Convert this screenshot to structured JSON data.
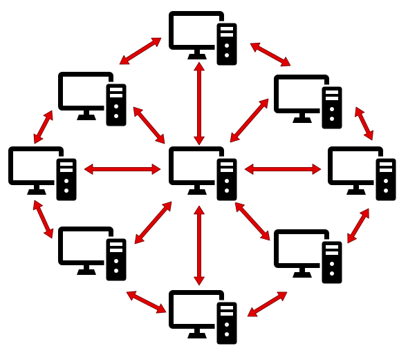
{
  "diagram": {
    "type": "peer-to-peer network",
    "colors": {
      "background": "#ffffff",
      "computer": "#000000",
      "arrow": "#e00000",
      "arrow_outline": "#6a0000"
    },
    "node_icon": "desktop-computer-icon",
    "nodes": [
      {
        "id": "center"
      },
      {
        "id": "top"
      },
      {
        "id": "upper-left"
      },
      {
        "id": "upper-right"
      },
      {
        "id": "left"
      },
      {
        "id": "right"
      },
      {
        "id": "lower-left"
      },
      {
        "id": "lower-right"
      },
      {
        "id": "bottom"
      }
    ],
    "links": [
      {
        "from": "top",
        "to": "upper-left"
      },
      {
        "from": "top",
        "to": "upper-right"
      },
      {
        "from": "top",
        "to": "center"
      },
      {
        "from": "upper-left",
        "to": "left"
      },
      {
        "from": "upper-left",
        "to": "center"
      },
      {
        "from": "upper-right",
        "to": "right"
      },
      {
        "from": "upper-right",
        "to": "center"
      },
      {
        "from": "left",
        "to": "center"
      },
      {
        "from": "right",
        "to": "center"
      },
      {
        "from": "left",
        "to": "lower-left"
      },
      {
        "from": "right",
        "to": "lower-right"
      },
      {
        "from": "lower-left",
        "to": "center"
      },
      {
        "from": "lower-right",
        "to": "center"
      },
      {
        "from": "lower-left",
        "to": "bottom"
      },
      {
        "from": "lower-right",
        "to": "bottom"
      },
      {
        "from": "bottom",
        "to": "center"
      }
    ]
  }
}
